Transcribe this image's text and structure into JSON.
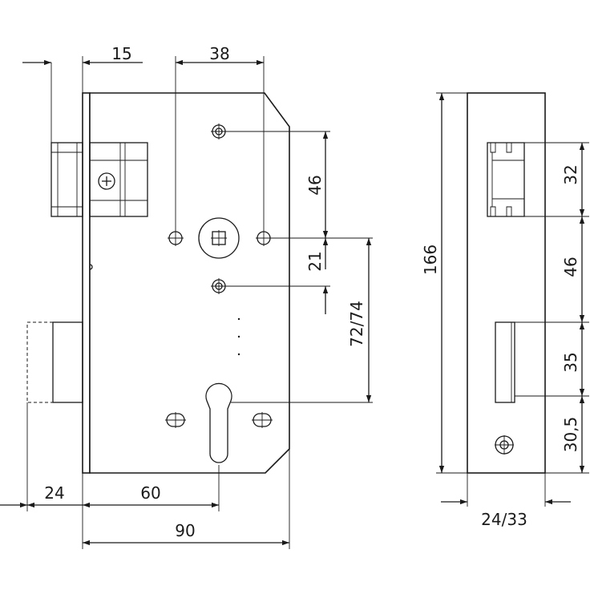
{
  "front_view": {
    "dimensions": {
      "lever_width": "15",
      "spindle_to_fixing": "38",
      "spindle_to_top_screw": "46",
      "spindle_to_lower_screw": "21",
      "spindle_to_cylinder": "72/74",
      "backset_front": "24",
      "backset": "60",
      "case_depth": "90"
    }
  },
  "side_view": {
    "dimensions": {
      "total_height": "166",
      "latch_height": "32",
      "latch_to_bolt": "46",
      "bolt_height": "35",
      "bolt_to_bottom": "30,5",
      "forend_width": "24/33"
    }
  }
}
